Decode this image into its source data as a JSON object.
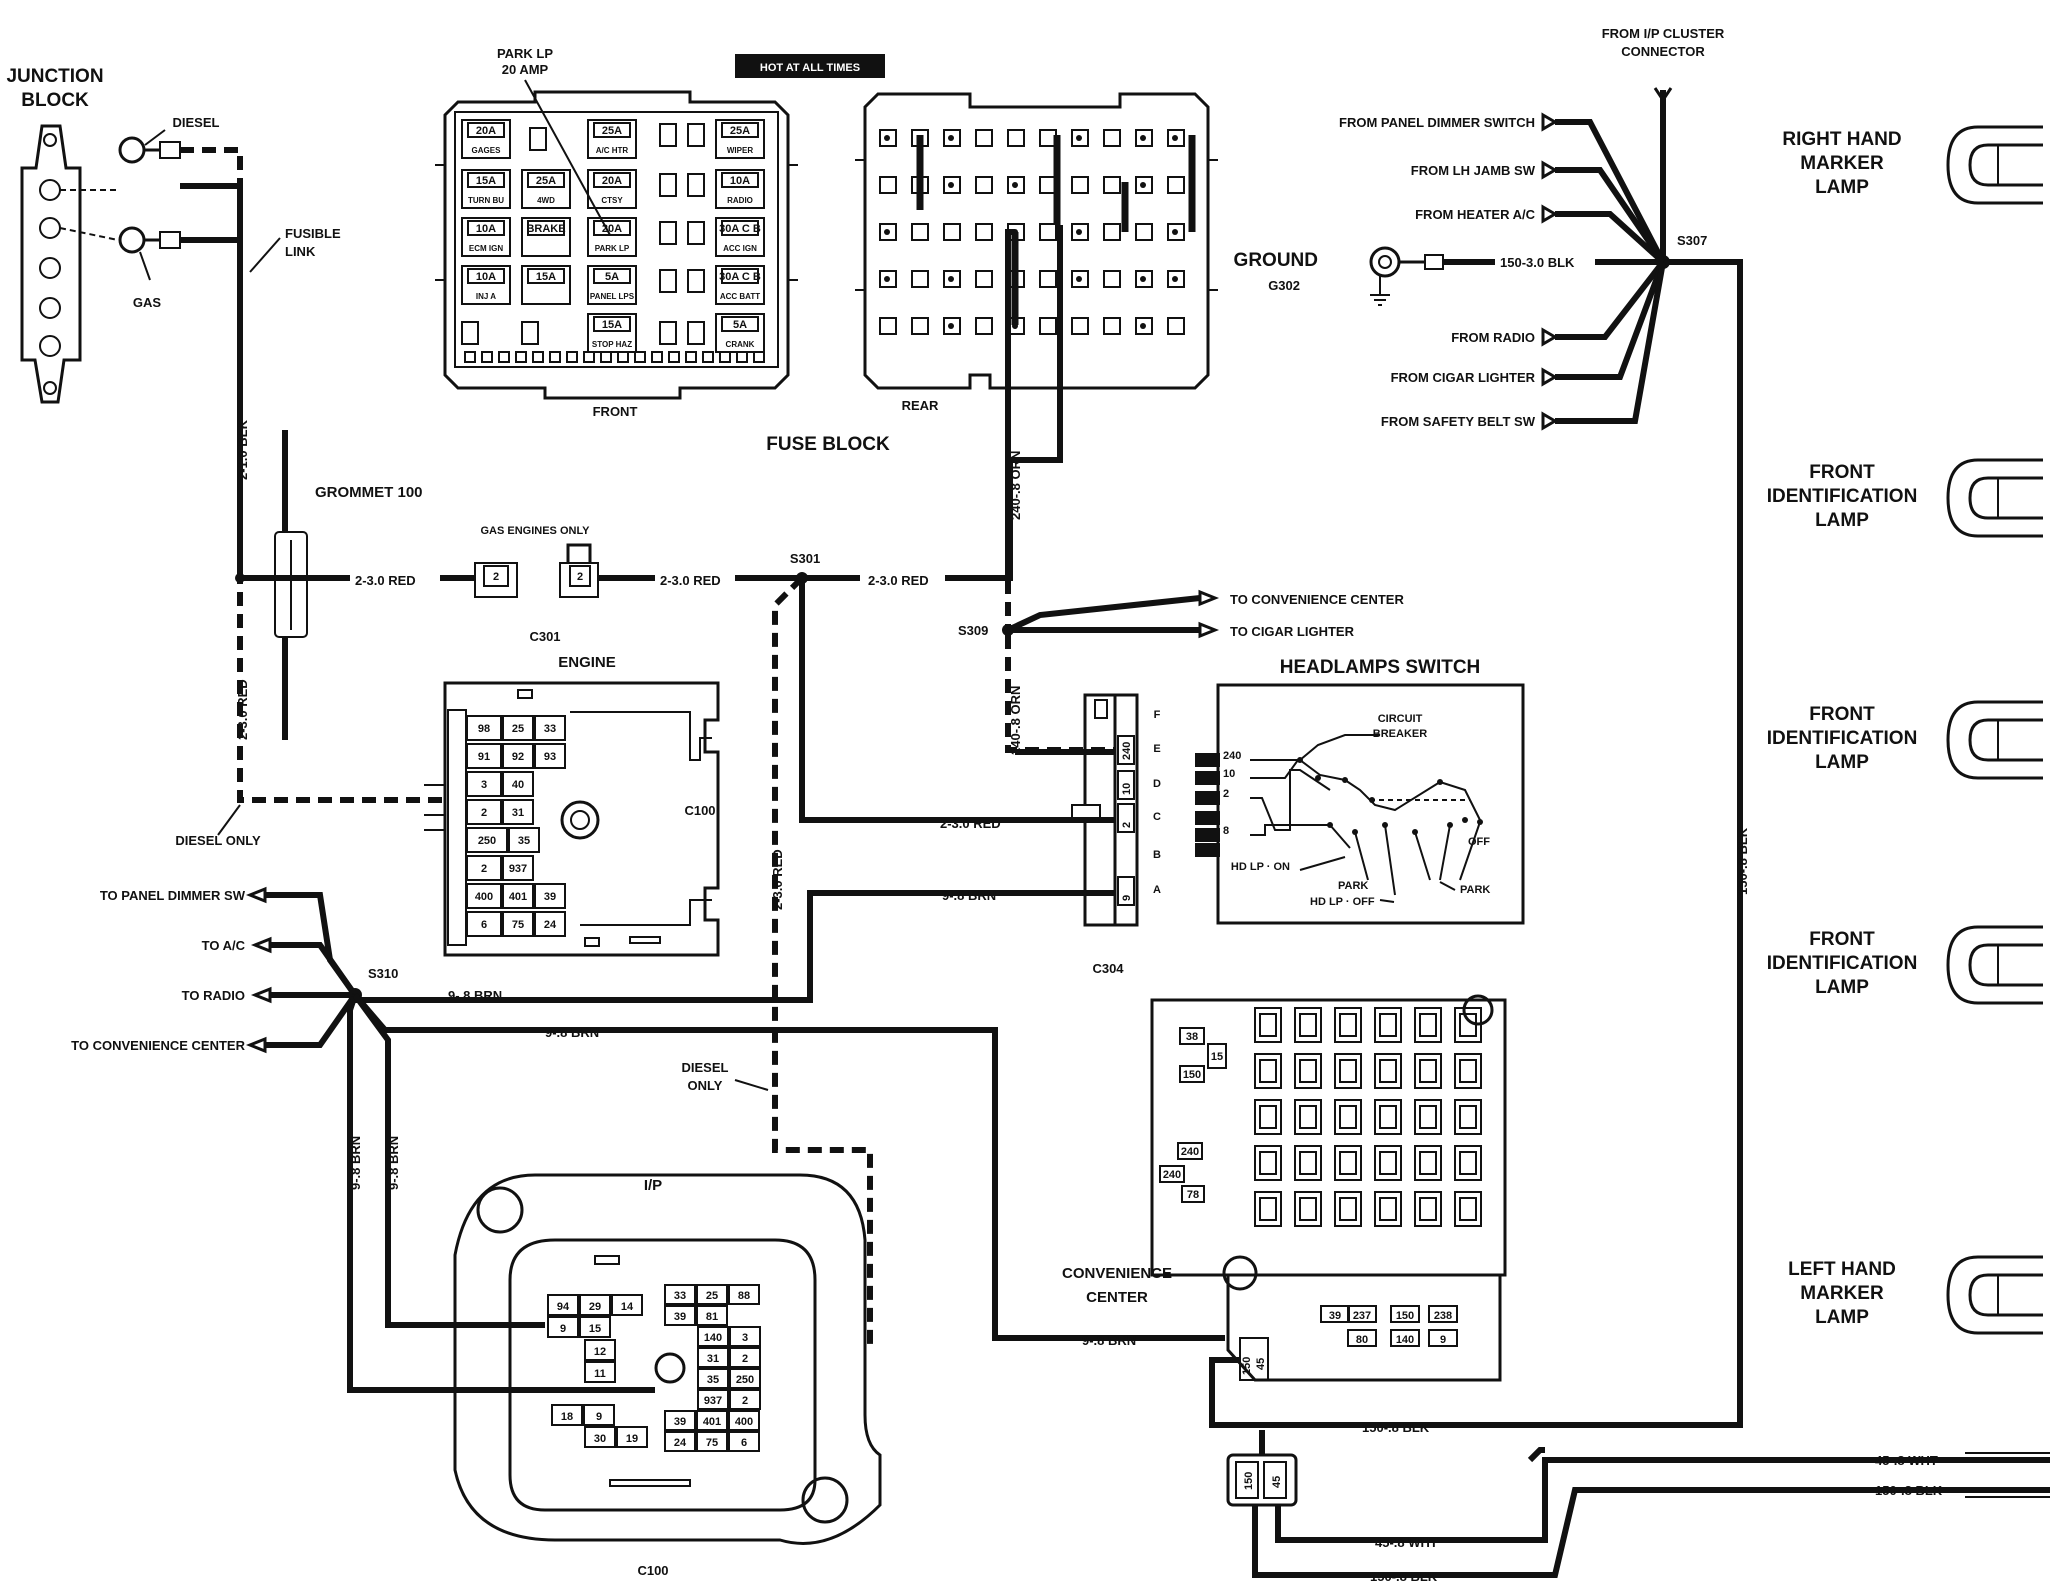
{
  "labels": {
    "junction_block": [
      "JUNCTION",
      "BLOCK"
    ],
    "diesel": "DIESEL",
    "gas": "GAS",
    "fusible_link": [
      "FUSIBLE",
      "LINK"
    ],
    "park_lp_20amp": [
      "PARK LP",
      "20 AMP"
    ],
    "hot_at_all_times": "HOT AT ALL TIMES",
    "front": "FRONT",
    "rear": "REAR",
    "fuse_block": "FUSE BLOCK",
    "grommet_100": "GROMMET 100",
    "gas_engines_only": "GAS ENGINES ONLY",
    "c301": "C301",
    "s301": "S301",
    "s309": "S309",
    "s310": "S310",
    "s307": "S307",
    "engine": "ENGINE",
    "c100_engine": "C100",
    "c100_ip": "C100",
    "c304": "C304",
    "diesel_only": "DIESEL ONLY",
    "diesel_only_2": [
      "DIESEL",
      "ONLY"
    ],
    "ip": "I/P",
    "convenience_center": [
      "CONVENIENCE",
      "CENTER"
    ],
    "headlamps_switch": "HEADLAMPS SWITCH",
    "circuit_breaker": [
      "CIRCUIT",
      "BREAKER"
    ],
    "hd_lp_on": "HD LP · ON",
    "park": "PARK",
    "hd_lp_off": "HD LP · OFF",
    "park_right": "PARK",
    "off": "OFF",
    "from_ip_cluster": [
      "FROM I/P CLUSTER",
      "CONNECTOR"
    ],
    "ground": "GROUND",
    "g302": "G302",
    "to_convenience_center_right": "TO CONVENIENCE CENTER",
    "to_cigar_lighter": "TO CIGAR LIGHTER",
    "left_sources": [
      "FROM PANEL DIMMER SWITCH",
      "FROM LH JAMB SW",
      "FROM HEATER A/C"
    ],
    "left_sources_lower": [
      "FROM RADIO",
      "FROM CIGAR LIGHTER",
      "FROM SAFETY BELT SW"
    ],
    "s310_targets": [
      "TO PANEL DIMMER SW",
      "TO A/C",
      "TO RADIO",
      "TO CONVENIENCE CENTER"
    ],
    "lamps": [
      [
        "RIGHT HAND",
        "MARKER",
        "LAMP"
      ],
      [
        "FRONT",
        "IDENTIFICATION",
        "LAMP"
      ],
      [
        "FRONT",
        "IDENTIFICATION",
        "LAMP"
      ],
      [
        "FRONT",
        "IDENTIFICATION",
        "LAMP"
      ],
      [
        "LEFT HAND",
        "MARKER",
        "LAMP"
      ]
    ]
  },
  "wires": {
    "w_2_1_0_blk": "2-1.0 BLK",
    "w_2_3_0_red_a": "2-3.0 RED",
    "w_2_3_0_red_b": "2-3.0 RED",
    "w_2_3_0_red_c": "2-3.0 RED",
    "w_2_3_0_red_v": "2-3.0 RED",
    "w_2_3_0_red_v2": "2-3.0 RED",
    "w_2_3_0_red_e": "2-3.0 RED",
    "w_240_orn_a": "240-.8 ORN",
    "w_240_orn_b": "240-.8 ORN",
    "w_9_brn_a": "9-.8 BRN",
    "w_9_brn_b": "9-.8 BRN",
    "w_9_brn_c": "9-.8 BRN",
    "w_9_brn_d": "9-.8 BRN",
    "w_9_brn_v1": "9-.8 BRN",
    "w_9_brn_v2": "9-.8 BRN",
    "w_150_3_blk": "150-3.0 BLK",
    "w_150_blk_v": "150-.8 BLK",
    "w_150_blk_a": "150-.8 BLK",
    "w_150_blk_b": "150-.8 BLK",
    "w_150_blk_c": "150-.8 BLK",
    "w_45_wht_a": "45-.8 WHT",
    "w_45_wht_b": "45-.8 WHT"
  },
  "fuse_front": {
    "cells": [
      [
        "20A",
        "GAGES"
      ],
      [
        "25A",
        "A/C HTR"
      ],
      [
        "25A",
        "WIPER"
      ],
      [
        "15A",
        "TURN BU"
      ],
      [
        "25A",
        "4WD"
      ],
      [
        "20A",
        "CTSY"
      ],
      [
        "10A",
        "RADIO"
      ],
      [
        "10A",
        "ECM IGN"
      ],
      [
        "BRAKE",
        ""
      ],
      [
        "20A",
        "PARK LP"
      ],
      [
        "30A C B",
        "ACC IGN"
      ],
      [
        "10A",
        "INJ A"
      ],
      [
        "15A",
        ""
      ],
      [
        "5A",
        "PANEL LPS"
      ],
      [
        "30A C B",
        "ACC BATT"
      ],
      [
        "15A",
        "STOP HAZ"
      ],
      [
        "5A",
        "CRANK"
      ]
    ]
  },
  "headlamp_pins": [
    "F",
    "E",
    "D",
    "C",
    "B",
    "A"
  ],
  "headlamp_circuits": [
    "240",
    "10",
    "2",
    "8"
  ],
  "c304_circuits": [
    "240",
    "10",
    "2",
    "9"
  ],
  "engine_c100": [
    [
      "98",
      "25",
      "33"
    ],
    [
      "91",
      "92",
      "93"
    ],
    [
      "3",
      "40"
    ],
    [
      "2",
      "31"
    ],
    [
      "250",
      "35"
    ],
    [
      "2",
      "937"
    ],
    [
      "400",
      "401",
      "39"
    ],
    [
      "6",
      "75",
      "24"
    ]
  ],
  "ip_c100_left": [
    [
      "94",
      "29",
      "14"
    ],
    [
      "9",
      "15"
    ],
    [
      "12"
    ],
    [
      "11"
    ],
    [
      "18",
      "9"
    ],
    [
      "30",
      "19"
    ]
  ],
  "ip_c100_right": [
    [
      "33",
      "25",
      "88"
    ],
    [
      "39",
      "81"
    ],
    [
      "140",
      "3"
    ],
    [
      "31",
      "2"
    ],
    [
      "35",
      "250"
    ],
    [
      "937",
      "2"
    ],
    [
      "39",
      "401",
      "400"
    ],
    [
      "24",
      "75",
      "6"
    ]
  ],
  "conv_center": {
    "top": [
      "38",
      "150",
      "15"
    ],
    "mid": [
      "240",
      "78"
    ],
    "bottom": [
      "39",
      "237",
      "150",
      "238",
      "80",
      "140",
      "9"
    ],
    "conn": [
      "150",
      "45"
    ],
    "bottom_conn": [
      "150",
      "45"
    ]
  }
}
